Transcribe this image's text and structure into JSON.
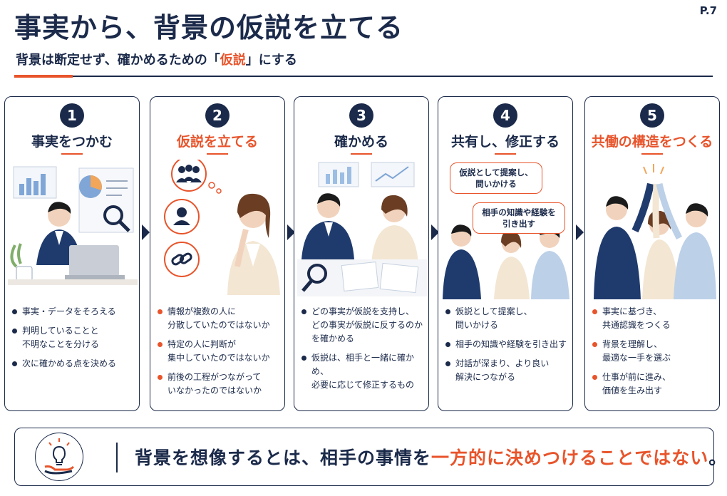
{
  "page_number": "P.7",
  "title": "事実から、背景の仮説を立てる",
  "subtitle": {
    "pre": "背景は断定せず、確かめるための「",
    "highlight": "仮説",
    "post": "」にする"
  },
  "colors": {
    "navy": "#1b2a4a",
    "accent": "#e8542b"
  },
  "steps": [
    {
      "number": "1",
      "heading": "事実をつかむ",
      "heading_accent": false,
      "bullets": [
        "事実・データをそろえる",
        "判明していることと\n不明なことを分ける",
        "次に確かめる点を決める"
      ]
    },
    {
      "number": "2",
      "heading": "仮説を立てる",
      "heading_accent": true,
      "icons": [
        "group-icon",
        "person-icon",
        "link-icon"
      ],
      "bullets": [
        "情報が複数の人に\n分散していたのではないか",
        "特定の人に判断が\n集中していたのではないか",
        "前後の工程がつながって\nいなかったのではないか"
      ]
    },
    {
      "number": "3",
      "heading": "確かめる",
      "heading_accent": false,
      "bullets": [
        "どの事実が仮説を支持し、\nどの事実が仮説に反するのか\nを確かめる",
        "仮説は、相手と一緒に確かめ、\n必要に応じて修正するもの"
      ]
    },
    {
      "number": "4",
      "heading": "共有し、修正する",
      "heading_accent": false,
      "speech": [
        "仮説として提案し、\n問いかける",
        "相手の知識や経験を\n引き出す"
      ],
      "bullets": [
        "仮説として提案し、\n問いかける",
        "相手の知識や経験を引き出す",
        "対話が深まり、より良い\n解決につながる"
      ]
    },
    {
      "number": "5",
      "heading": "共働の構造をつくる",
      "heading_accent": true,
      "bullets": [
        "事実に基づき、\n共通認識をつくる",
        "背景を理解し、\n最適な一手を選ぶ",
        "仕事が前に進み、\n価値を生み出す"
      ]
    }
  ],
  "bottom_message": {
    "icon": "lightbulb-hand-icon",
    "pre": "背景を想像するとは、相手の事情を",
    "highlight": "一方的に決めつけることではない",
    "post": "。"
  }
}
